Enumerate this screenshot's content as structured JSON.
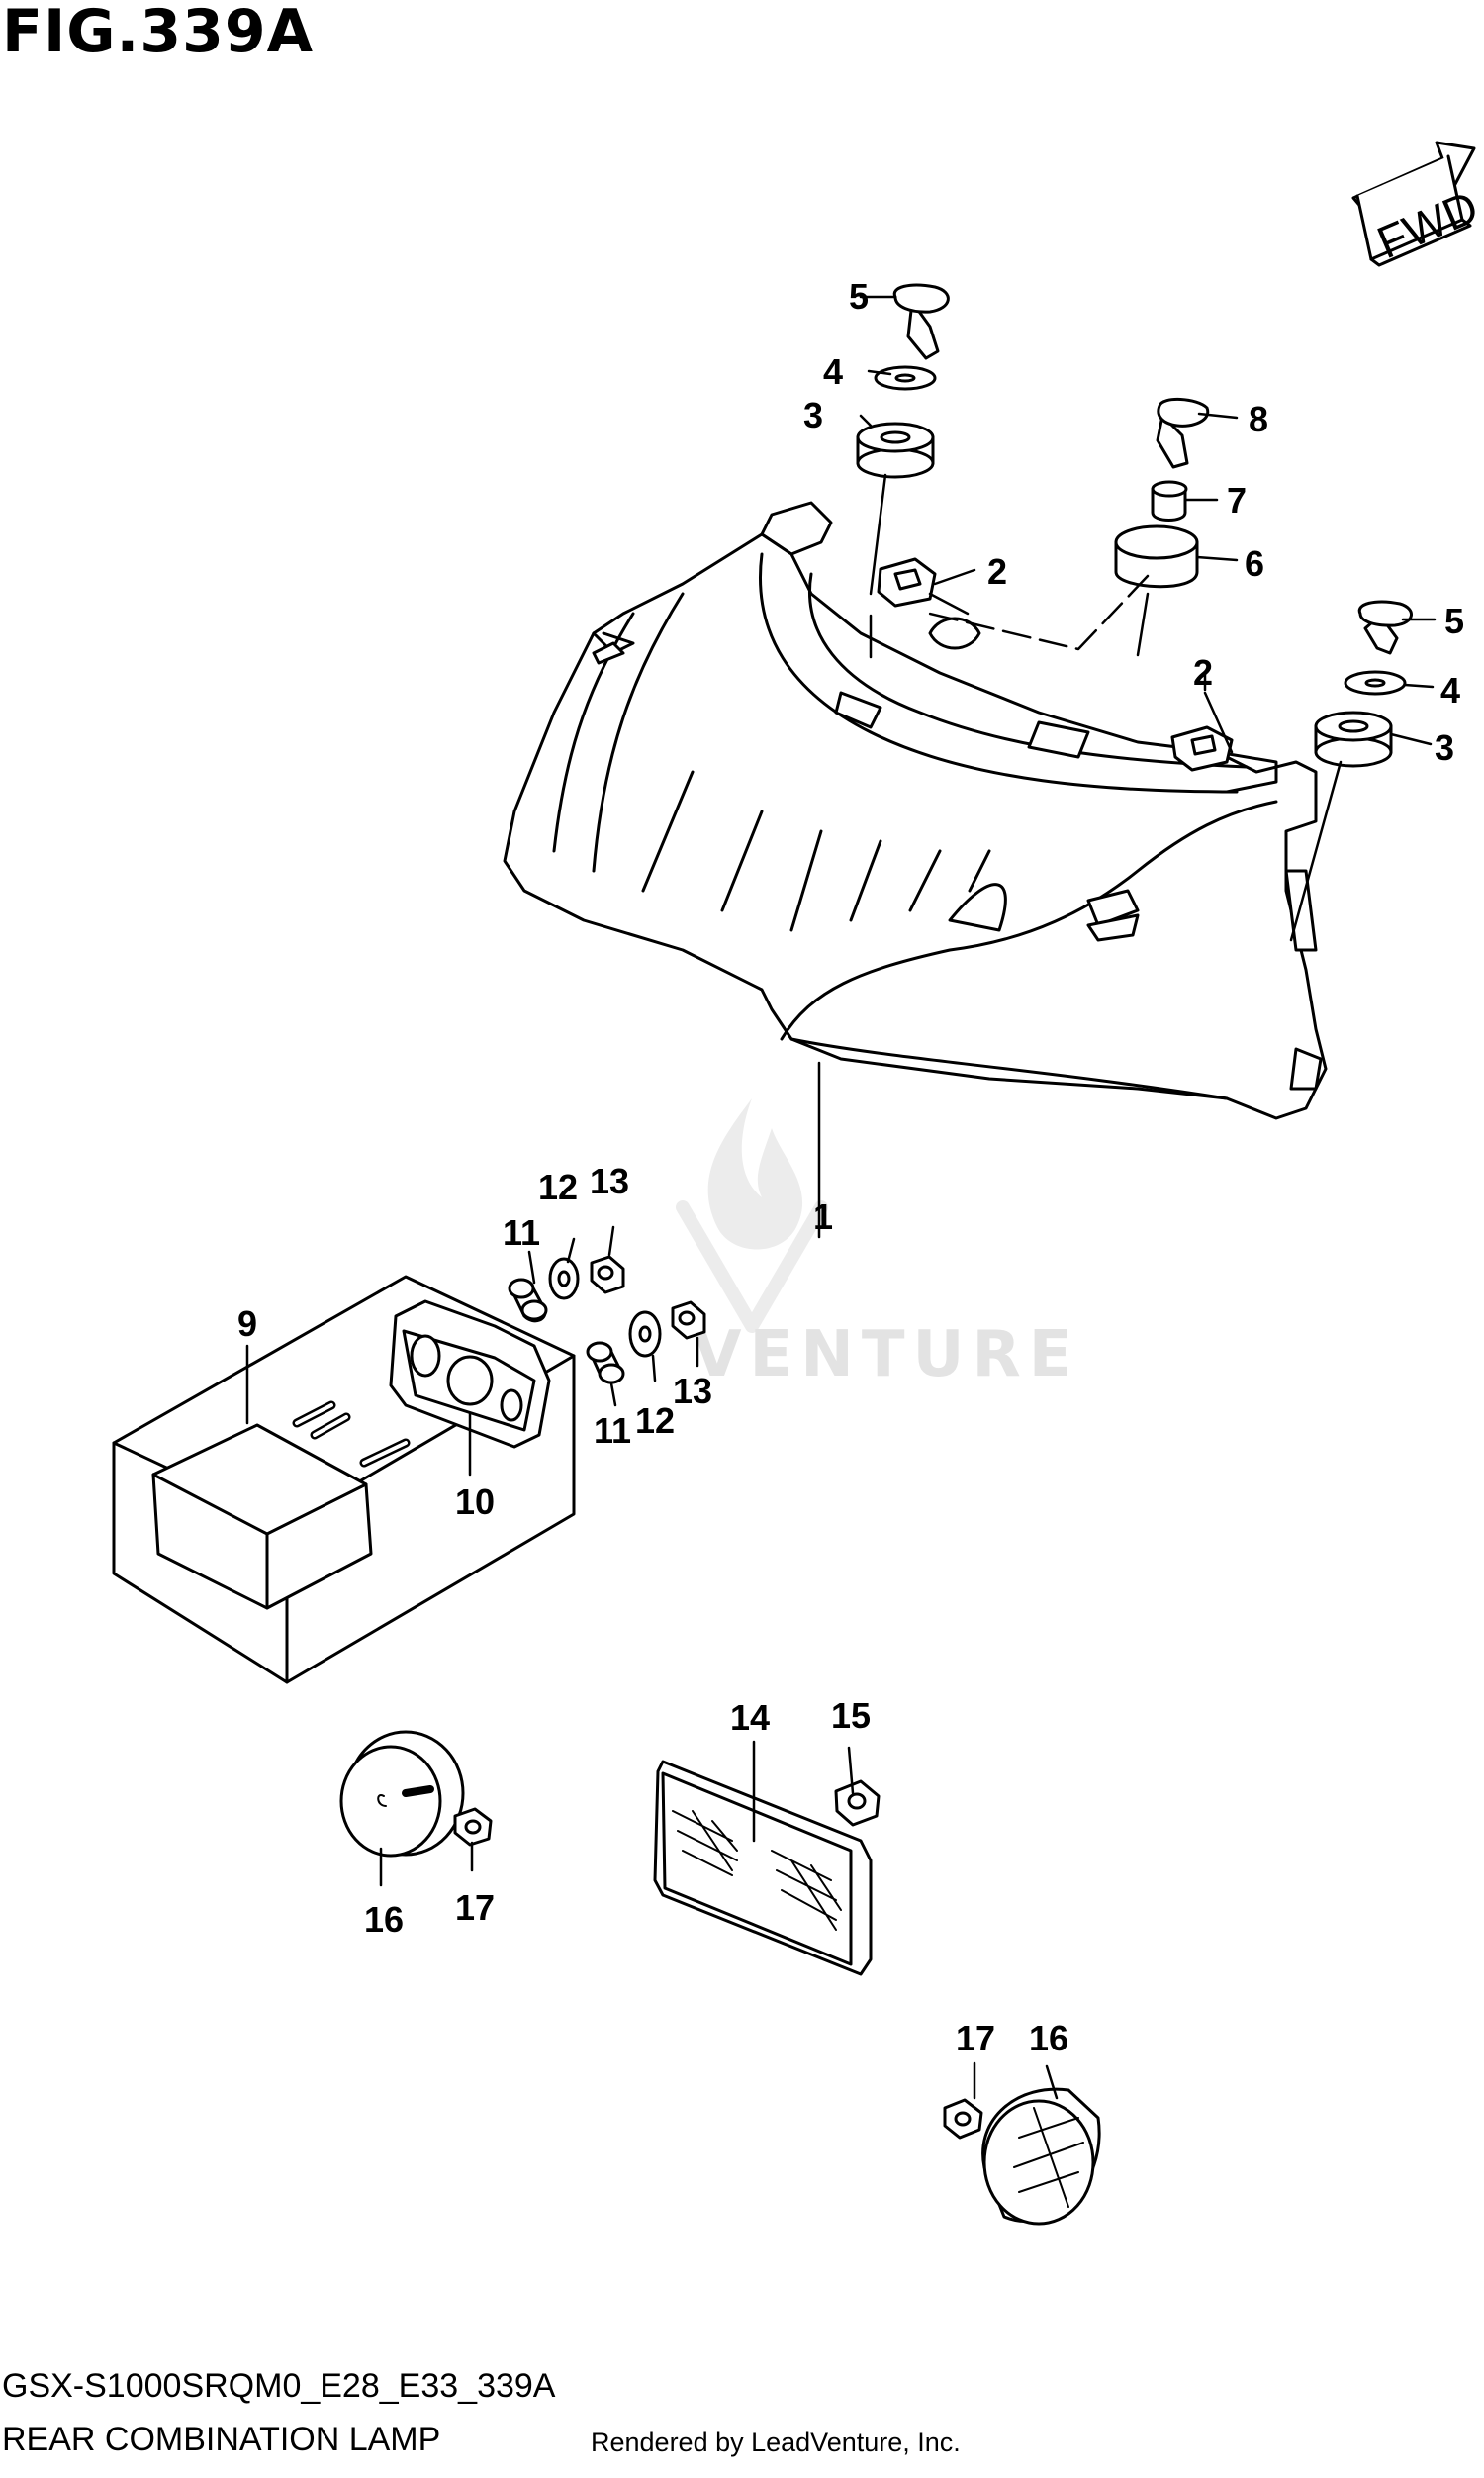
{
  "header": {
    "figure_title": "FIG.339A",
    "fwd_label": "FWD"
  },
  "footer": {
    "diagram_code": "GSX-S1000SRQM0_E28_E33_339A",
    "diagram_name": "REAR COMBINATION LAMP",
    "credit": "Rendered by LeadVenture, Inc."
  },
  "watermark": {
    "text": "VENTURE"
  },
  "callouts": {
    "c1": "1",
    "c2a": "2",
    "c2b": "2",
    "c3a": "3",
    "c3b": "3",
    "c4a": "4",
    "c4b": "4",
    "c5a": "5",
    "c5b": "5",
    "c6": "6",
    "c7": "7",
    "c8": "8",
    "c9": "9",
    "c10": "10",
    "c11a": "11",
    "c11b": "11",
    "c12a": "12",
    "c12b": "12",
    "c13a": "13",
    "c13b": "13",
    "c14": "14",
    "c15": "15",
    "c16a": "16",
    "c16b": "16",
    "c17a": "17",
    "c17b": "17"
  }
}
